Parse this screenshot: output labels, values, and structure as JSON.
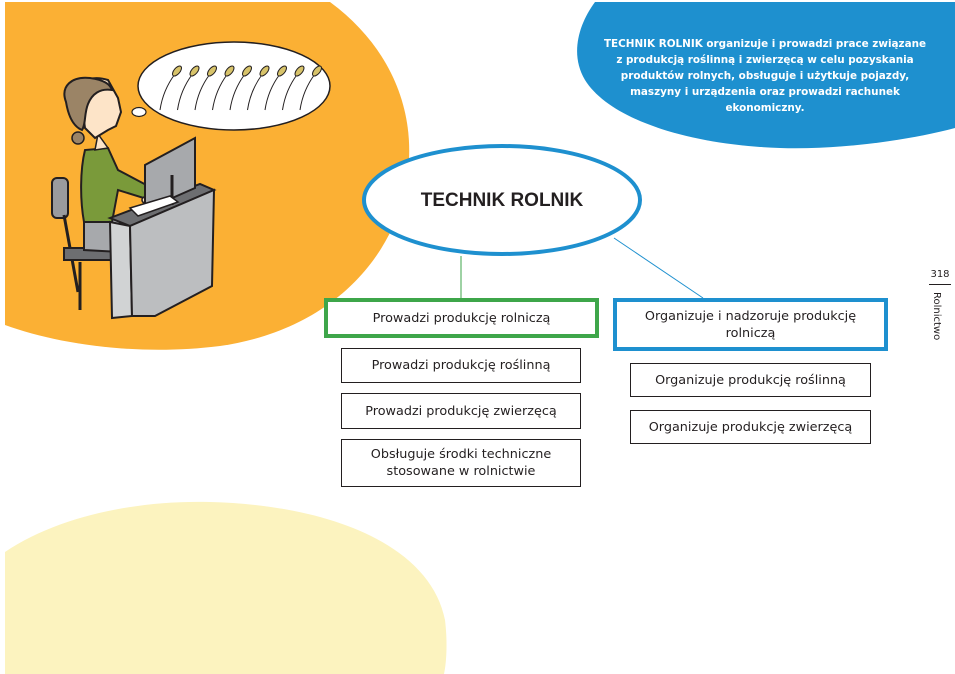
{
  "page": {
    "number": "318",
    "section": "Rolnictwo"
  },
  "description": {
    "lead": "TECHNIK ROLNIK",
    "text": "organizuje i prowadzi prace związane z produkcją roślinną i zwierzęcą w celu pozyskania produktów rolnych, obsługuje i użytkuje pojazdy, maszyny i urządzenia oraz prowadzi rachunek ekonomiczny."
  },
  "diagram": {
    "center": "TECHNIK ROLNIK",
    "branches": [
      {
        "label": "Prowadzi produkcję rolniczą",
        "color": "#3ea64a",
        "children": [
          "Prowadzi produkcję roślinną",
          "Prowadzi produkcję zwierzęcą",
          "Obsługuje środki techniczne stosowane w rolnictwie"
        ]
      },
      {
        "label": "Organizuje i nadzoruje produkcję rolniczą",
        "color": "#1e90cf",
        "children": [
          "Organizuje produkcję roślinną",
          "Organizuje produkcję zwierzęcą"
        ]
      }
    ]
  },
  "illustration": {
    "subject": "woman-at-computer",
    "thought": "wheat-ears",
    "wheat_count": 9
  },
  "colors": {
    "orange": "#fbb034",
    "blue": "#1e90cf",
    "pale_yellow": "#fcf3bf",
    "green": "#3ea64a"
  }
}
